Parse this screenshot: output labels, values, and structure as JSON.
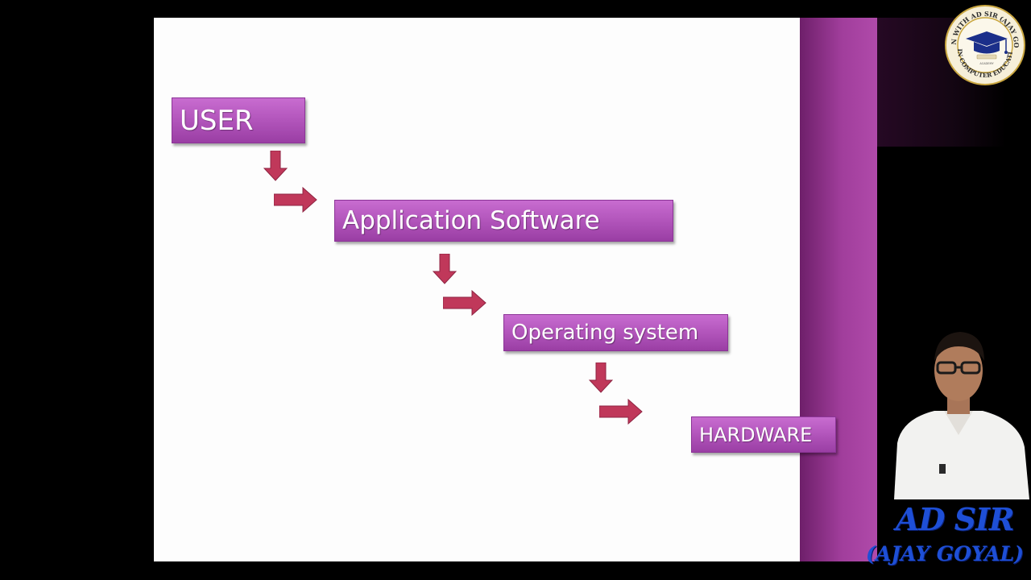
{
  "diagram": {
    "boxes": {
      "user": "USER",
      "application": "Application Software",
      "os": "Operating system",
      "hardware": "HARDWARE"
    }
  },
  "branding": {
    "logo_text_top": "LEARN WITH AD SIR (AJAY GOYAL)",
    "logo_text_bottom": "JAIN COMPUTER EDUCATION",
    "logo_text_small": "ACADEMY",
    "presenter_name": "AD SIR",
    "presenter_fullname": "(AJAY GOYAL)"
  },
  "colors": {
    "box_fill": "#b457bd",
    "arrow_fill": "#c0385a",
    "band": "#a13e9c",
    "name_text": "#1e4fd6"
  }
}
